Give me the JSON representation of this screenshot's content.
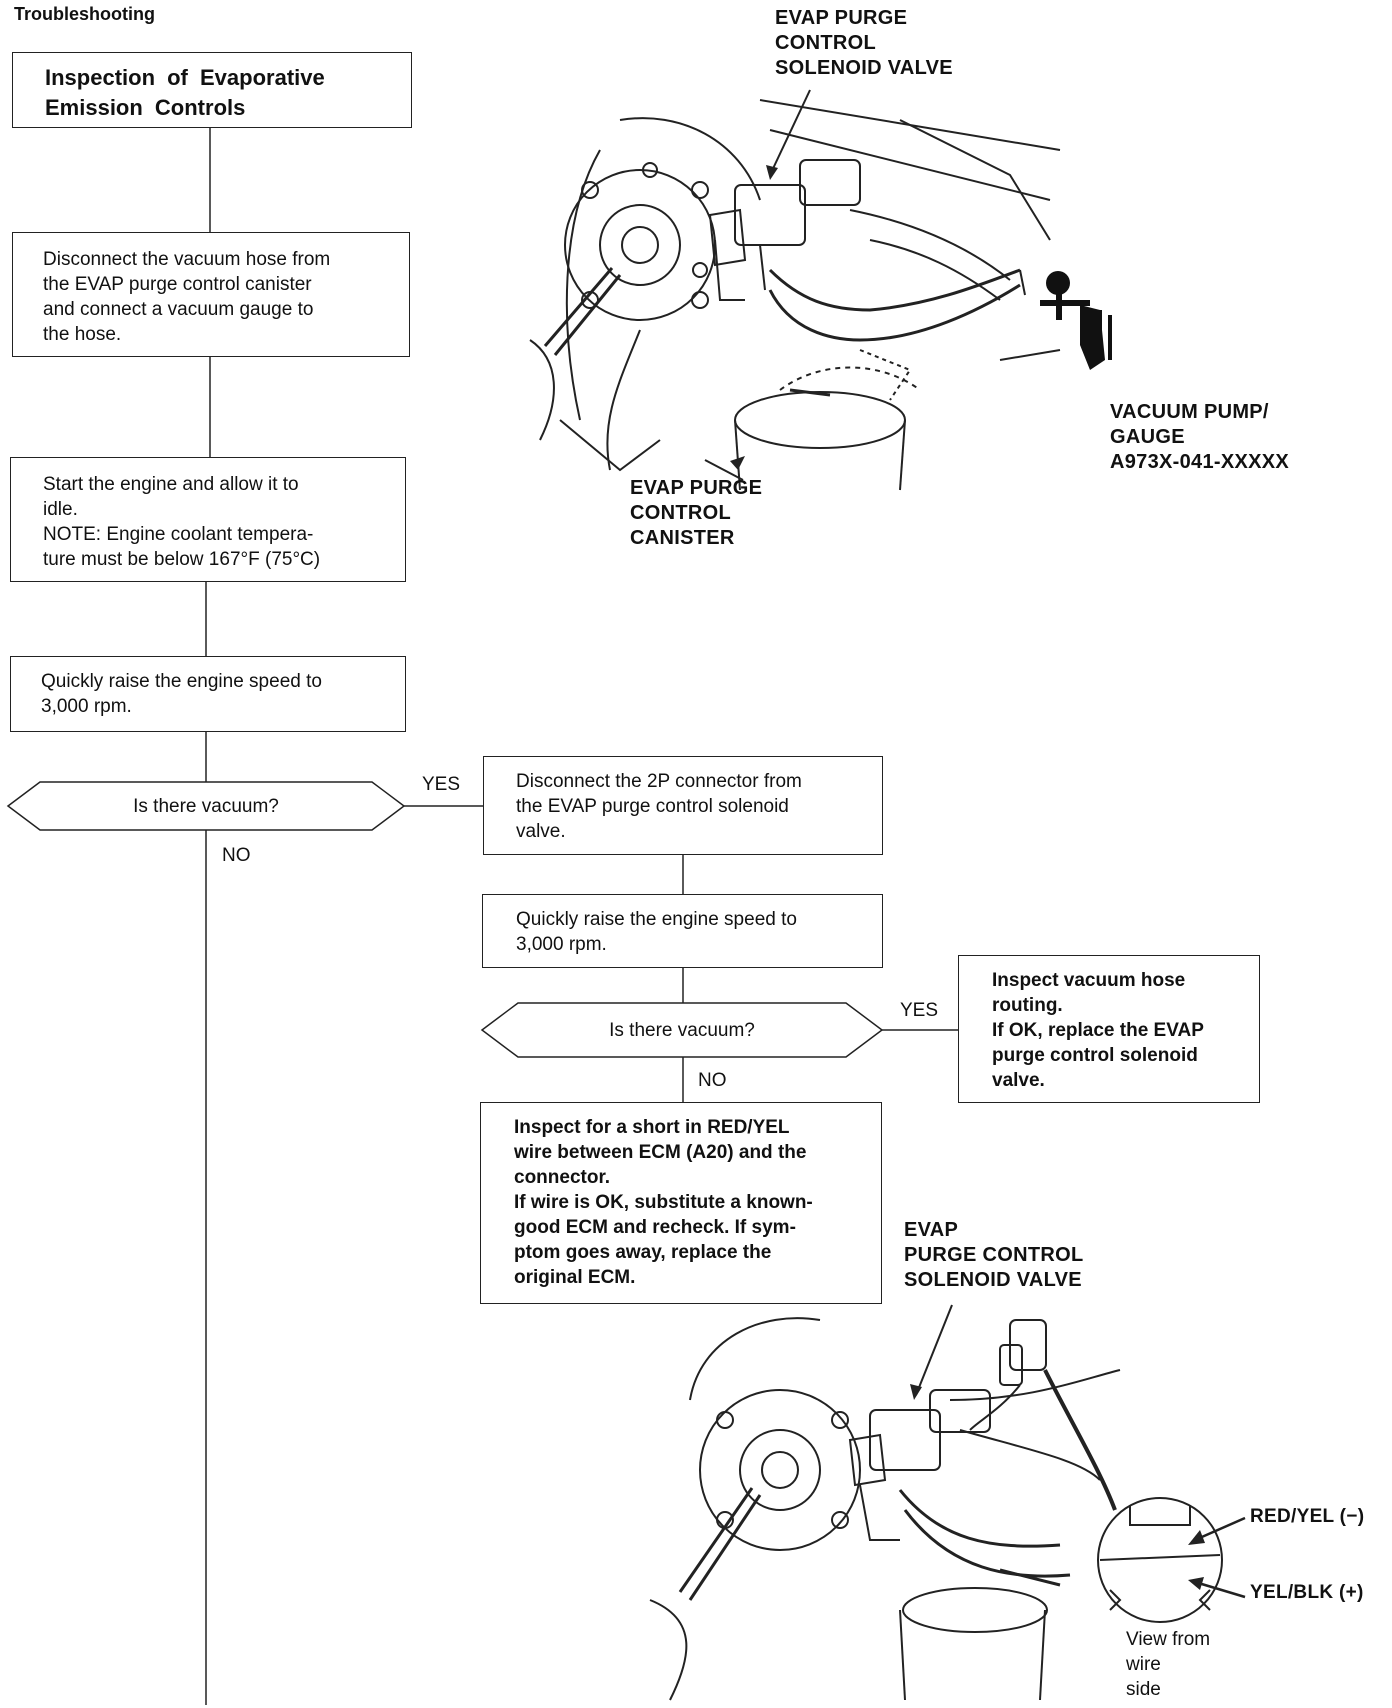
{
  "header": {
    "section": "Troubleshooting"
  },
  "flow": {
    "title": "Inspection of Evaporative\nEmission Controls",
    "step1": "Disconnect the vacuum hose from\nthe EVAP purge control canister\nand connect a vacuum gauge to\nthe hose.",
    "step2": "Start the engine and allow it to\nidle.\nNOTE: Engine coolant tempera-\nture must be below 167°F (75°C)",
    "step3": "Quickly raise the engine speed to\n3,000 rpm.",
    "decision1": "Is there vacuum?",
    "decision1_yes": "YES",
    "decision1_no": "NO",
    "step4": "Disconnect the 2P connector from\nthe EVAP purge control solenoid\nvalve.",
    "step5": "Quickly raise the engine speed to\n3,000 rpm.",
    "decision2": "Is there vacuum?",
    "decision2_yes": "YES",
    "decision2_no": "NO",
    "result_yes": "Inspect vacuum hose\nrouting.\nIf OK, replace the EVAP\npurge control solenoid\nvalve.",
    "result_no": "Inspect for a short in RED/YEL\nwire between ECM (A20) and the\nconnector.\nIf wire is OK, substitute a known-\ngood ECM and recheck. If sym-\nptom goes away, replace the\noriginal ECM."
  },
  "illustration_top": {
    "valve_label": "EVAP PURGE\nCONTROL\nSOLENOID VALVE",
    "pump_label": "VACUUM PUMP/\nGAUGE\nA973X-041-XXXXX",
    "canister_label": "EVAP PURGE\nCONTROL\nCANISTER"
  },
  "illustration_bottom": {
    "valve_label": "EVAP\nPURGE CONTROL\nSOLENOID VALVE",
    "red_wire": "RED/YEL (−)",
    "yel_wire": "YEL/BLK (+)",
    "view_label": "View from\nwire\nside"
  }
}
